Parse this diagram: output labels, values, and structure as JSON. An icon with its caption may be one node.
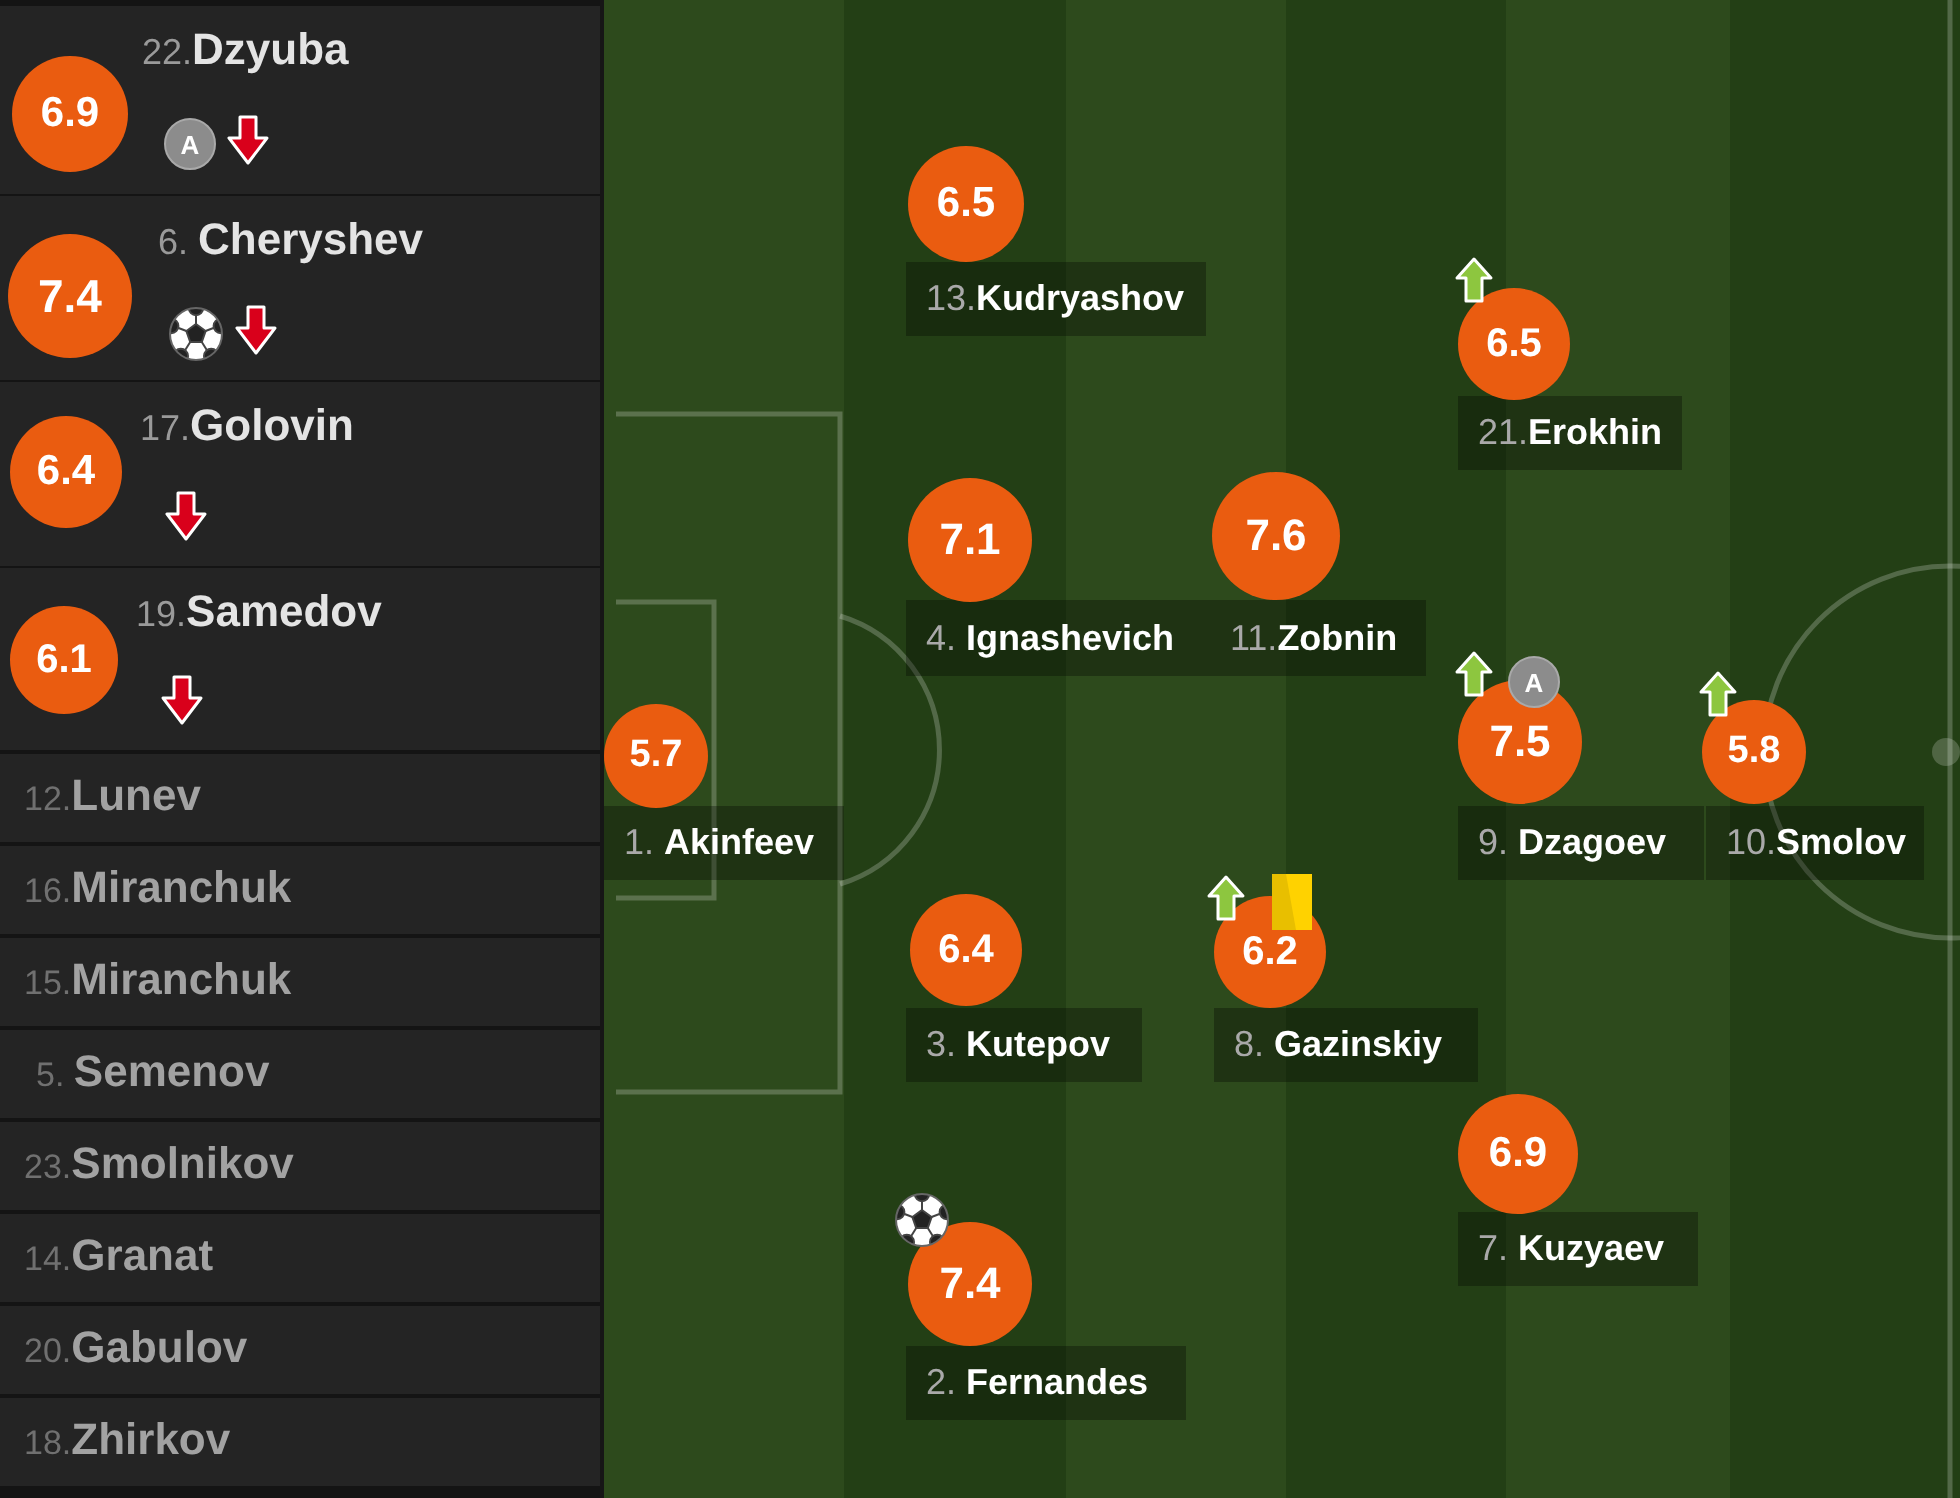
{
  "diagram": {
    "nodes": [
      {
        "text": [
          "22.**Dzyuba**"
        ]
      },
      {
        "text": [
          "6.9"
        ],
        "in": 0
      },
      {
        "text": [
          "A"
        ],
        "in": 0
      },
      {
        "text": [
          "6. **Cheryshev**"
        ]
      },
      {
        "text": [
          "7.4"
        ],
        "in": 3
      },
      {
        "text": [
          "17.**Golovin**"
        ]
      },
      {
        "text": [
          "6.4"
        ],
        "in": 5
      },
      {
        "text": [
          "19.**Samedov**"
        ]
      },
      {
        "text": [
          "6.1"
        ],
        "in": 7
      },
      {
        "text": [
          "12.**Lunev**"
        ]
      },
      {
        "text": [
          "16.**Miranchuk**"
        ]
      },
      {
        "text": [
          "15.**Miranchuk**"
        ]
      },
      {
        "text": [
          "5. **Semenov**"
        ]
      },
      {
        "text": [
          "23.**Smolnikov**"
        ]
      },
      {
        "text": [
          "14.**Granat**"
        ]
      },
      {
        "text": [
          "20.**Gabulov**"
        ]
      },
      {
        "text": [
          "18.**Zhirkov**"
        ]
      },
      {
        "text": [
          "6.5"
        ]
      },
      {
        "text": [
          "13.**Kudryashov**"
        ]
      },
      {
        "text": [
          "6.5"
        ]
      },
      {
        "text": [
          "21.**Erokhin**"
        ]
      },
      {
        "text": [
          "7.1"
        ]
      },
      {
        "text": [
          "4. **Ignashevich**"
        ]
      },
      {
        "text": [
          "7.6"
        ]
      },
      {
        "text": [
          "11.**Zobnin**"
        ]
      },
      {
        "text": [
          "A"
        ]
      },
      {
        "text": [
          "5.7"
        ]
      },
      {
        "text": [
          "1. **Akinfeev**"
        ]
      },
      {
        "text": [
          "7.5"
        ]
      },
      {
        "text": [
          "9. **Dzagoev**"
        ]
      },
      {
        "text": [
          "5.8"
        ]
      },
      {
        "text": [
          "10.**Smolov**"
        ]
      },
      {
        "text": [
          "6.4"
        ]
      },
      {
        "text": [
          "3. **Kutepov**"
        ]
      },
      {
        "text": [
          "6.2"
        ]
      },
      {
        "text": [
          "8. **Gazinskiy**"
        ]
      },
      {
        "text": [
          "6.9"
        ]
      },
      {
        "text": [
          "7. **Kuzyaev**"
        ]
      },
      {
        "text": [
          "7.4"
        ]
      },
      {
        "text": [
          "2. **Fernandes**"
        ]
      }
    ]
  }
}
